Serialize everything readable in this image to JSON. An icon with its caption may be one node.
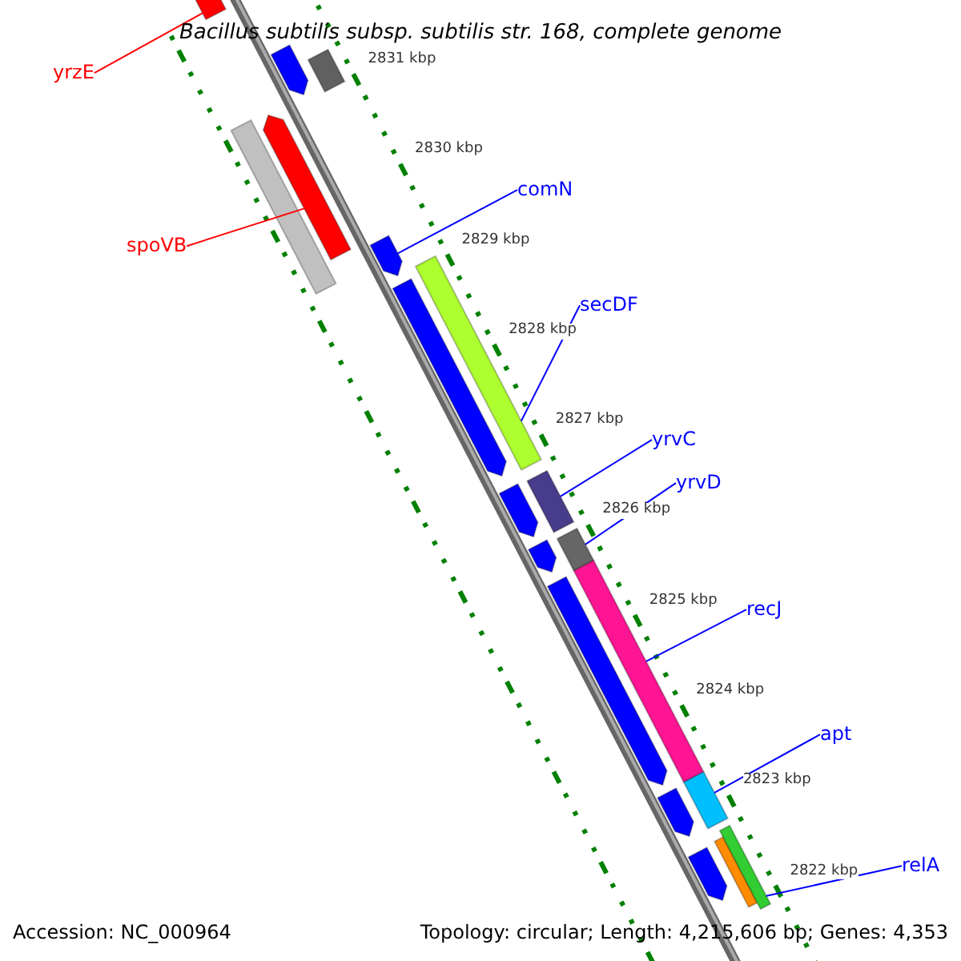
{
  "diagram": {
    "title": "Bacillus subtilis subsp. subtilis str. 168, complete genome",
    "nodes": [
      {
        "text": [
          "yrzE"
        ]
      },
      {
        "text": [],
        "shape": "bar"
      },
      {
        "text": [
          "spoVB"
        ]
      },
      {
        "text": [],
        "shape": "bar"
      },
      {
        "text": [
          "comN"
        ]
      },
      {
        "text": [],
        "shape": "bar"
      },
      {
        "text": [
          "secDF"
        ]
      },
      {
        "text": [],
        "shape": "bar"
      },
      {
        "text": [
          "yrvC"
        ]
      },
      {
        "text": [],
        "shape": "bar"
      },
      {
        "text": [
          "yrvD"
        ]
      },
      {
        "text": [],
        "shape": "bar"
      },
      {
        "text": [
          "recJ"
        ]
      },
      {
        "text": [],
        "shape": "bar"
      },
      {
        "text": [
          "apt"
        ]
      },
      {
        "text": [],
        "shape": "bar"
      },
      {
        "text": [
          "relA"
        ]
      },
      {
        "text": [],
        "shape": "bar"
      },
      {
        "text": [],
        "shape": "bar"
      },
      {
        "text": [],
        "shape": "bar"
      },
      {
        "text": [],
        "shape": "bar"
      },
      {
        "text": [],
        "shape": "bar"
      },
      {
        "text": [],
        "shape": "bar"
      },
      {
        "text": [],
        "shape": "bar"
      },
      {
        "text": [],
        "shape": "bar"
      },
      {
        "text": [],
        "shape": "bar"
      },
      {
        "text": [],
        "shape": "bar"
      },
      {
        "text": [],
        "shape": "bar"
      }
    ],
    "edges": [
      {
        "from": 0,
        "to": 1,
        "arrow": "none",
        "color": "#ff0000"
      },
      {
        "from": 2,
        "to": 3,
        "arrow": "none",
        "color": "#ff0000"
      },
      {
        "from": 4,
        "to": 5,
        "arrow": "none"
      },
      {
        "from": 6,
        "to": 7,
        "arrow": "none"
      },
      {
        "from": 8,
        "to": 9,
        "arrow": "none"
      },
      {
        "from": 10,
        "to": 11,
        "arrow": "none"
      },
      {
        "from": 12,
        "to": 13,
        "arrow": "none"
      },
      {
        "from": 14,
        "to": 15,
        "arrow": "none"
      },
      {
        "from": 16,
        "to": 17,
        "arrow": "none"
      }
    ],
    "labels": [
      "2831 kbp",
      "2830 kbp",
      "2829 kbp",
      "2828 kbp",
      "2827 kbp",
      "2826 kbp",
      "2825 kbp",
      "2824 kbp",
      "2823 kbp",
      "2822 kbp",
      "Accession: NC_000964",
      "Topology: circular; Length: 4,215,606 bp; Genes: 4,353"
    ]
  }
}
